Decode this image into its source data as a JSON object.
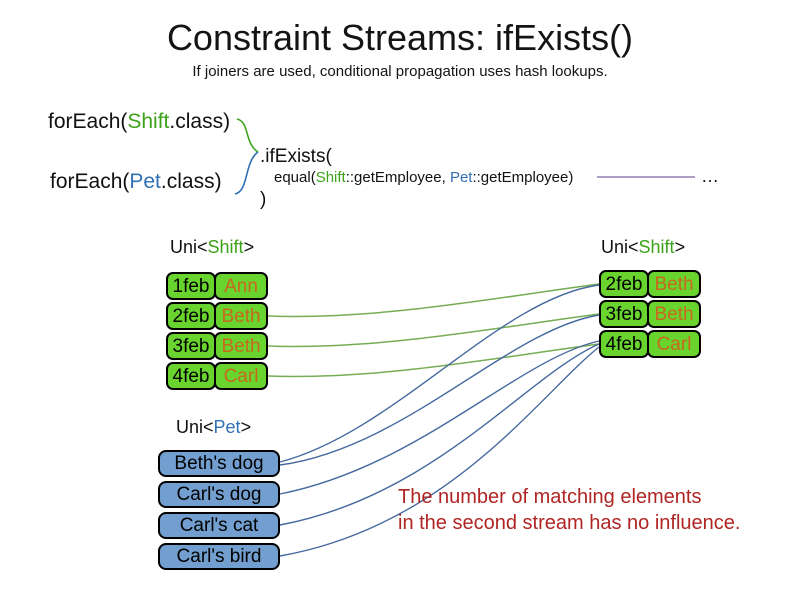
{
  "slide": {
    "title": "Constraint Streams: ifExists()",
    "subtitle": "If joiners are used, conditional propagation uses hash lookups."
  },
  "code": {
    "foreach_shift": {
      "pre": "forEach(",
      "cls": "Shift",
      "post": ".class)"
    },
    "foreach_pet": {
      "pre": "forEach(",
      "cls": "Pet",
      "post": ".class)"
    },
    "if_exists": ".ifExists(",
    "equal": {
      "pre": "equal(",
      "shift": "Shift",
      "mid": "::getEmployee, ",
      "pet": "Pet",
      "post": "::getEmployee)"
    },
    "close_paren": ")",
    "ellipsis": "…"
  },
  "left_shift_table": {
    "header": {
      "pre": "Uni<",
      "type": "Shift",
      "post": ">"
    },
    "rows": [
      {
        "date": "1feb",
        "name": "Ann"
      },
      {
        "date": "2feb",
        "name": "Beth"
      },
      {
        "date": "3feb",
        "name": "Beth"
      },
      {
        "date": "4feb",
        "name": "Carl"
      }
    ]
  },
  "right_shift_table": {
    "header": {
      "pre": "Uni<",
      "type": "Shift",
      "post": ">"
    },
    "rows": [
      {
        "date": "2feb",
        "name": "Beth"
      },
      {
        "date": "3feb",
        "name": "Beth"
      },
      {
        "date": "4feb",
        "name": "Carl"
      }
    ]
  },
  "pet_table": {
    "header": {
      "pre": "Uni<",
      "type": "Pet",
      "post": ">"
    },
    "rows": [
      {
        "label": "Beth's dog"
      },
      {
        "label": "Carl's dog"
      },
      {
        "label": "Carl's cat"
      },
      {
        "label": "Carl's bird"
      }
    ]
  },
  "note": {
    "line1": "The number of matching elements",
    "line2": "in the second stream has no influence."
  },
  "colors": {
    "shift_green_text": "#3da21b",
    "pet_blue_text": "#3070b3",
    "box_green": "#69d42e",
    "box_blue": "#729fcf",
    "name_orange": "#c8681e",
    "line_green": "#76ad54",
    "line_blue": "#45699e",
    "line_purple": "#7e63a3",
    "note_red": "#b02523"
  }
}
